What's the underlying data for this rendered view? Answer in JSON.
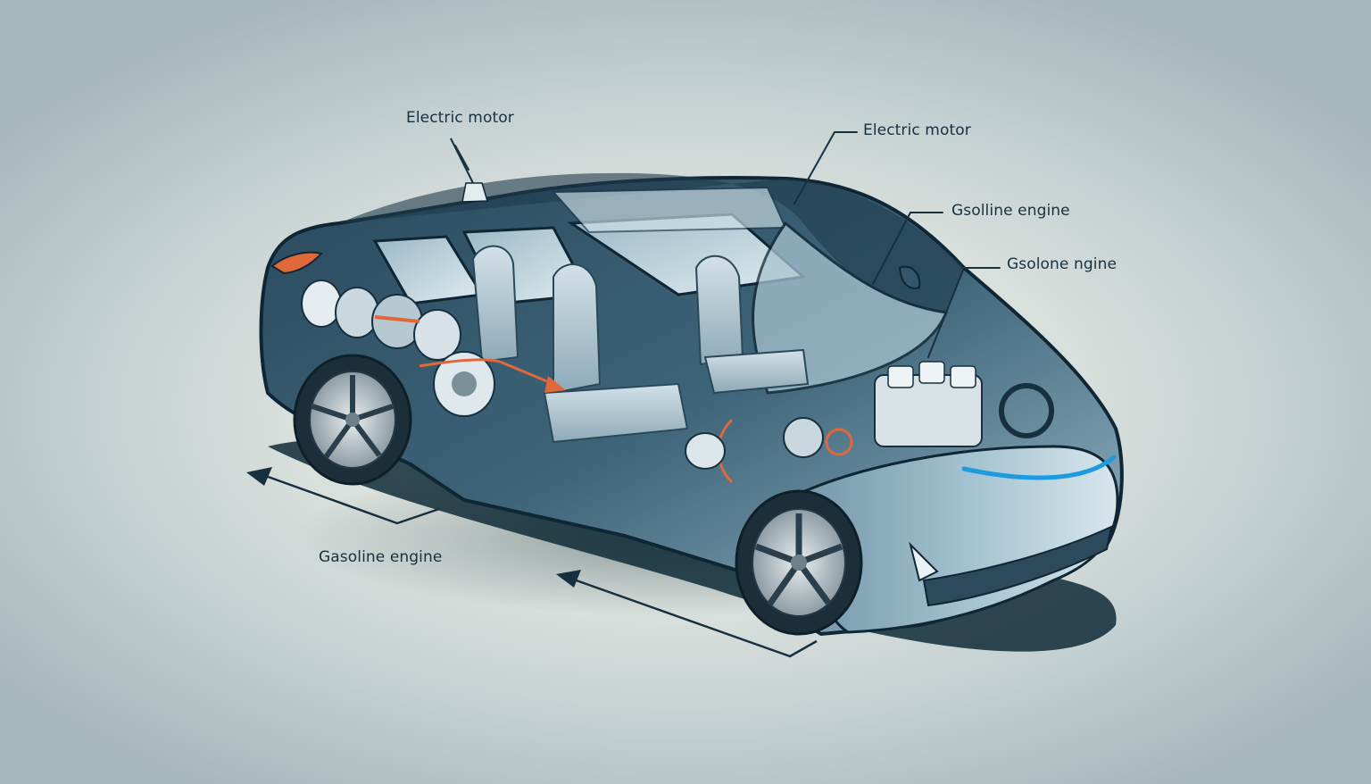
{
  "diagram": {
    "subject": "Hybrid car cutaway illustration",
    "callouts": [
      {
        "id": "electric-motor-roof",
        "text": "Electric motor"
      },
      {
        "id": "electric-motor-windshield",
        "text": "Electric motor"
      },
      {
        "id": "gasoline-engine-upper",
        "text": "Gsolline engine"
      },
      {
        "id": "gasoline-engine-hood",
        "text": "Gsolone ngine"
      },
      {
        "id": "gasoline-engine-ground",
        "text": "Gasoline engine"
      }
    ],
    "arrows": [
      {
        "id": "rear-ground-arrow",
        "direction": "left"
      },
      {
        "id": "front-ground-arrow",
        "direction": "left"
      }
    ]
  },
  "colors": {
    "background_center": "#eef0e8",
    "background_edge": "#a7b8bd",
    "body_dark": "#1f3b4d",
    "body_mid": "#3e6076",
    "body_light": "#8fb0c0",
    "glass": "#c8dbe3",
    "seat": "#b9ccd6",
    "accent_orange": "#e0683a",
    "headlight_blue": "#1e9be0",
    "label_text": "#17303f"
  }
}
